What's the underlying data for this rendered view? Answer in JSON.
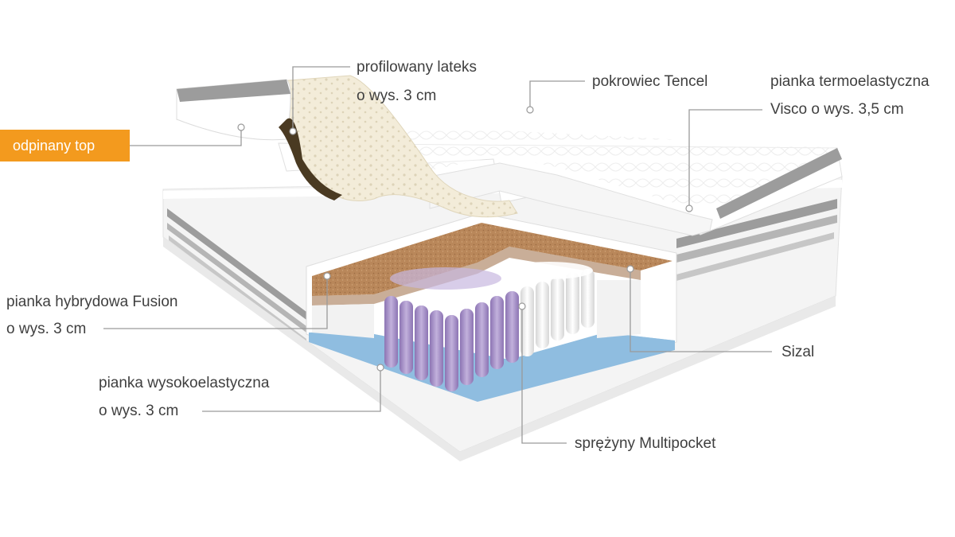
{
  "diagram": {
    "badge": "odpinany top",
    "labels": {
      "latex_line1": "profilowany lateks",
      "latex_line2": "o wys. 3 cm",
      "cover": "pokrowiec Tencel",
      "visco_line1": "pianka termoelastyczna",
      "visco_line2": "Visco o wys. 3,5 cm",
      "hybrid_line1": "pianka hybrydowa Fusion",
      "hybrid_line2": "o wys. 3 cm",
      "sisal": "Sizal",
      "hr_line1": "pianka wysokoelastyczna",
      "hr_line2": "o wys. 3 cm",
      "springs": "sprężyny Multipocket"
    },
    "colors": {
      "badge": "#f39a1e",
      "text": "#3f3f3f",
      "leader": "#9a9a9a",
      "cover": "#f7f7f7",
      "stripe": "#9c9c9c",
      "latex": "#f3ecd9",
      "sisal": "#b9875a",
      "base_foam": "#a9cde6",
      "springs_purple": "#a58ec4",
      "springs_white": "#f1f1f1"
    }
  }
}
